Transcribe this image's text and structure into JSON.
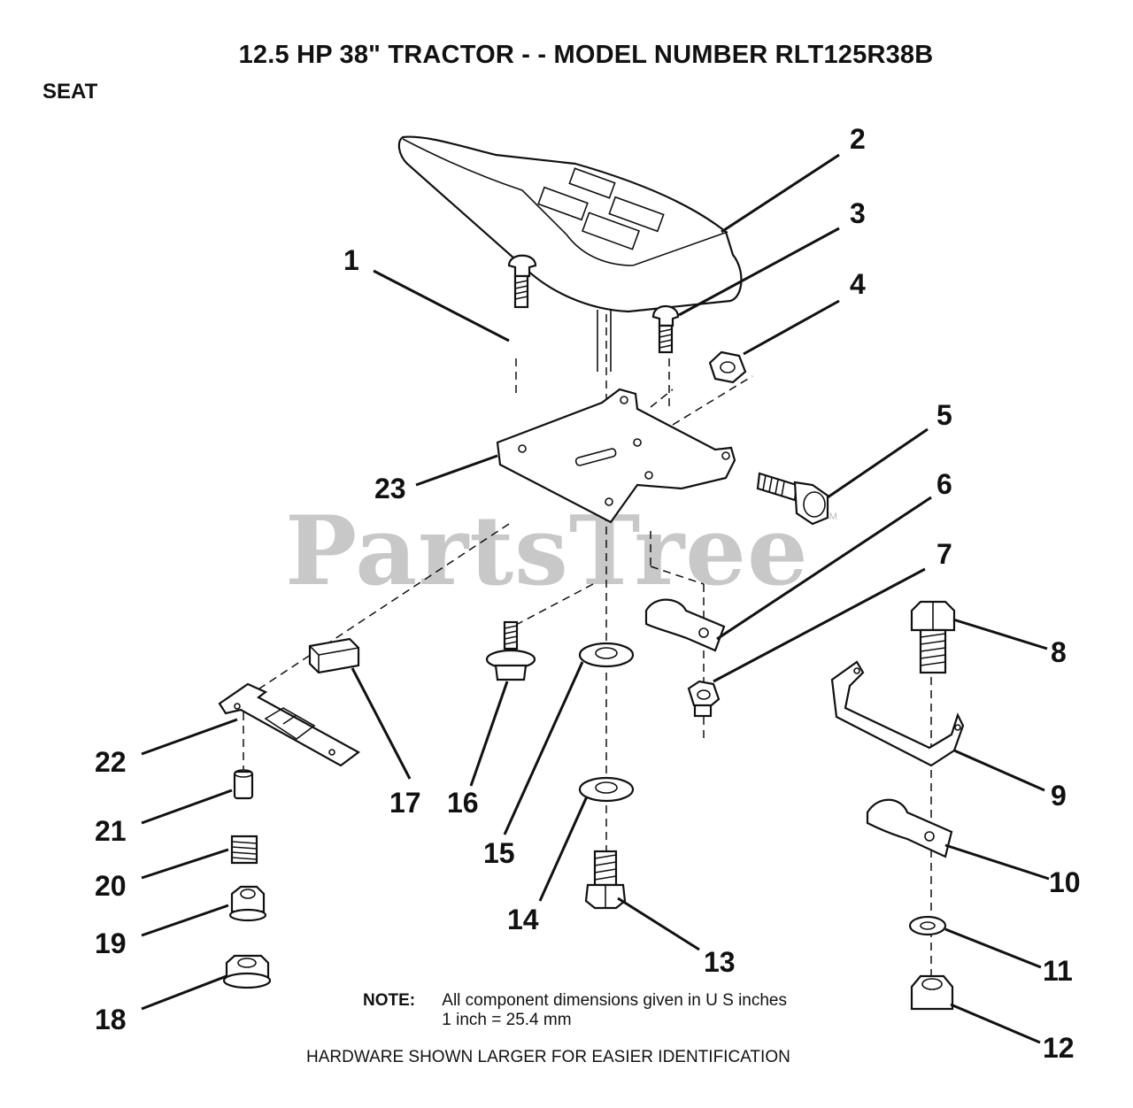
{
  "header": {
    "title": "12.5 HP 38\" TRACTOR - - MODEL NUMBER RLT125R38B",
    "section": "SEAT"
  },
  "watermark": {
    "text": "PartsTree",
    "tm": "TM"
  },
  "callouts": [
    "1",
    "2",
    "3",
    "4",
    "5",
    "6",
    "7",
    "8",
    "9",
    "10",
    "11",
    "12",
    "13",
    "14",
    "15",
    "16",
    "17",
    "18",
    "19",
    "20",
    "21",
    "22",
    "23"
  ],
  "note": {
    "label": "NOTE:",
    "line1": "All component dimensions given in U S  inches",
    "line2": "1 inch = 25.4 mm"
  },
  "footer": {
    "hardware": "HARDWARE SHOWN LARGER FOR EASIER IDENTIFICATION"
  }
}
